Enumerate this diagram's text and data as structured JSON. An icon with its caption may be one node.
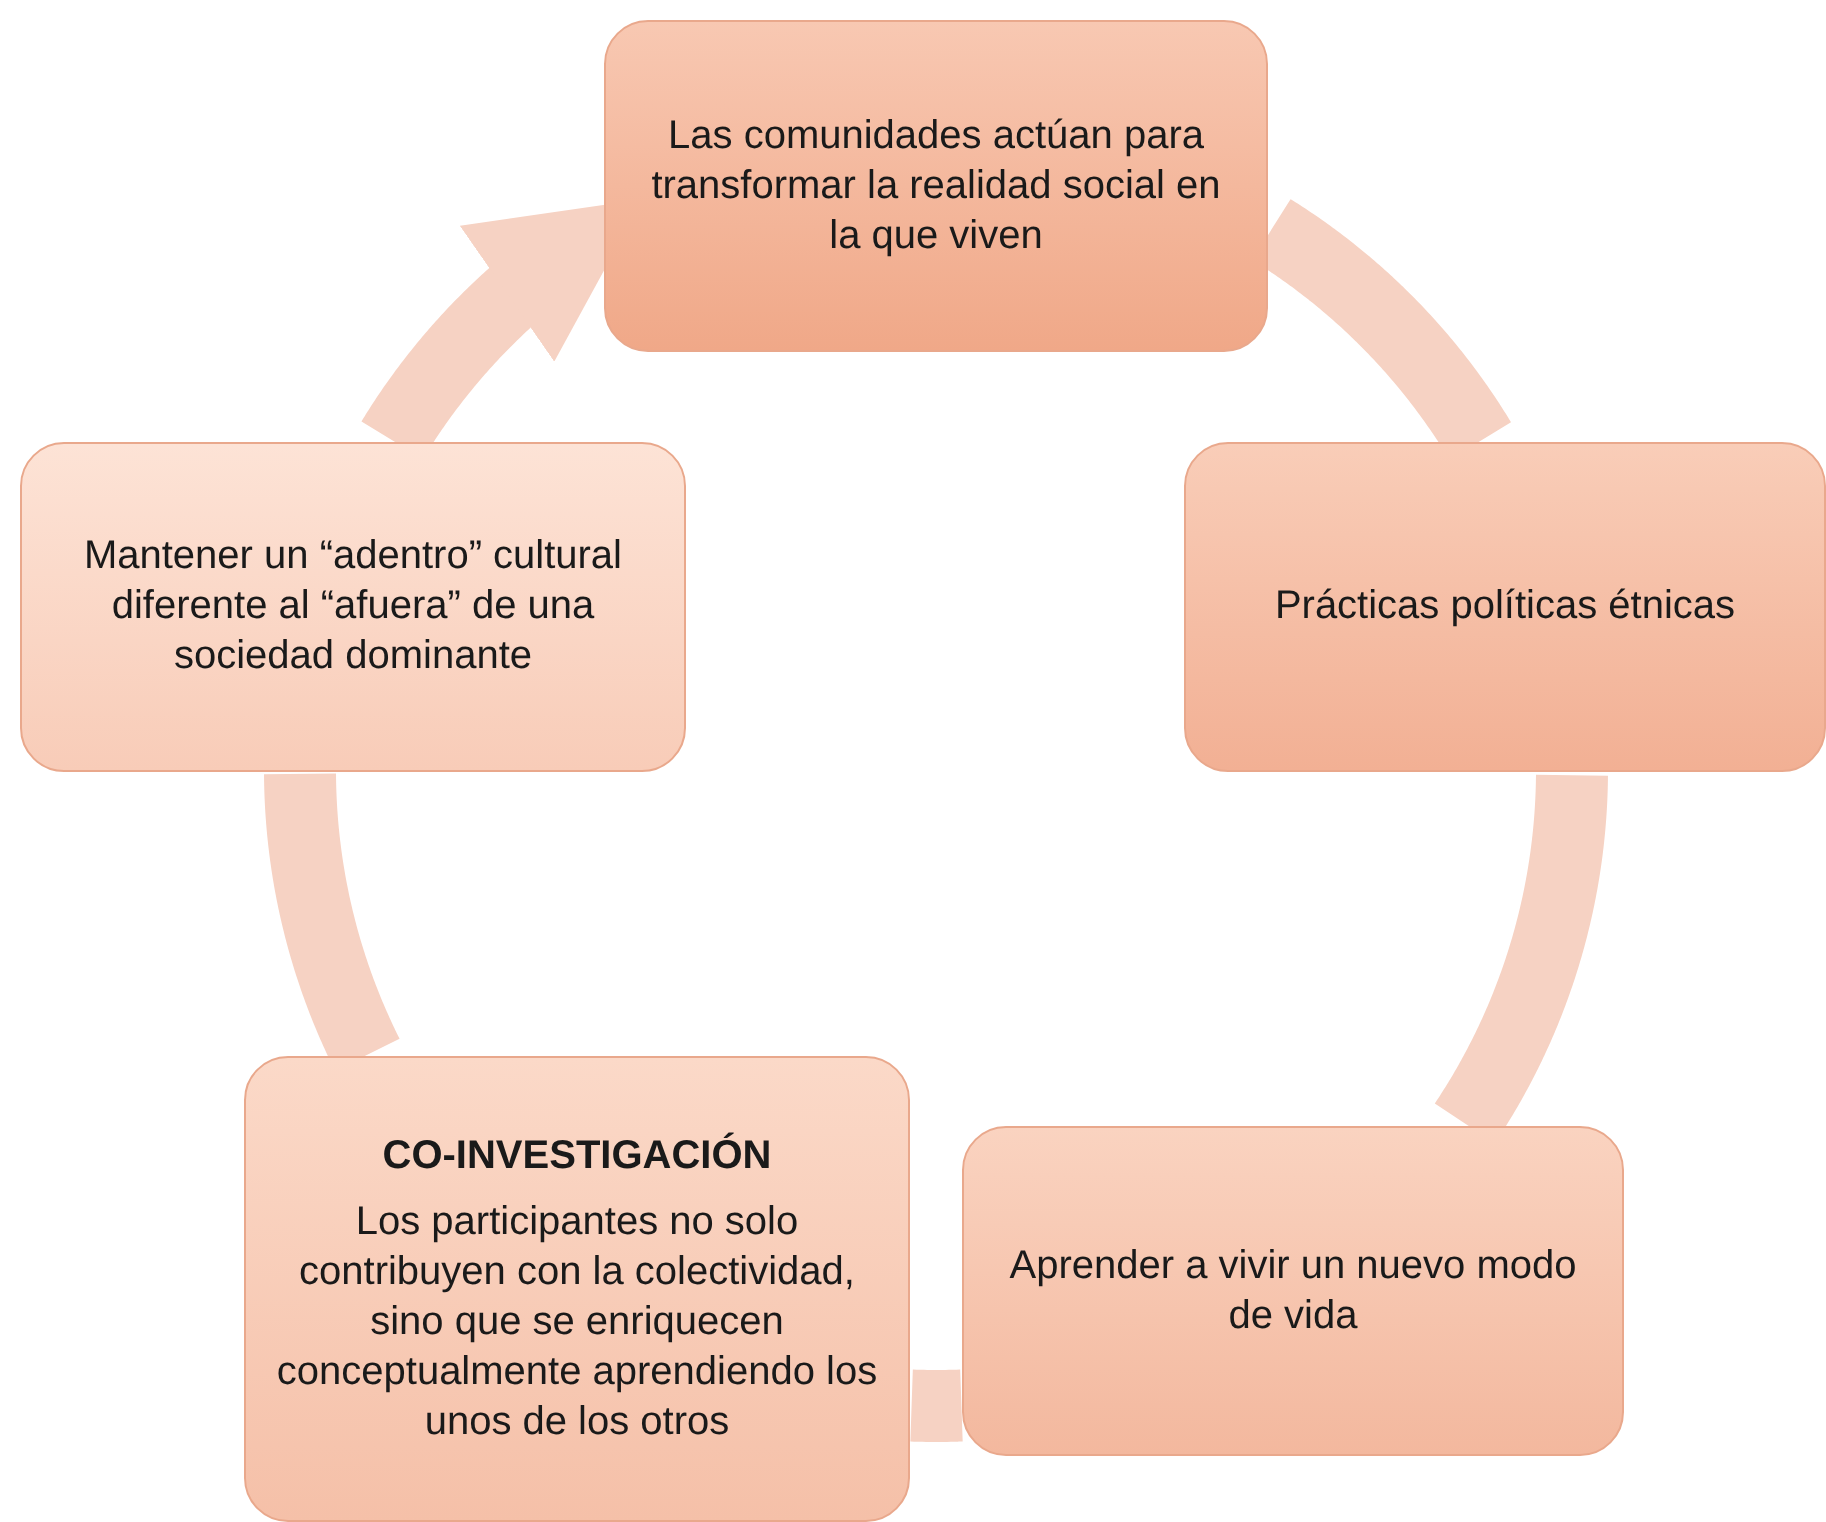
{
  "diagram": {
    "nodes": [
      {
        "text": [
          "Las comunidades actúan para transformar la realidad social en la que viven"
        ]
      },
      {
        "text": [
          "Prácticas políticas étnicas"
        ]
      },
      {
        "text": [
          "Aprender a vivir un nuevo modo de vida"
        ]
      },
      {
        "text": [
          "CO-INVESTIGACIÓN",
          "Los participantes no solo contribuyen con la colectividad, sino que se enriquecen conceptualmente aprendiendo los unos de los otros"
        ]
      },
      {
        "text": [
          "Mantener un “adentro” cultural diferente al “afuera” de una sociedad dominante"
        ]
      }
    ],
    "edges": [
      {
        "from": 0,
        "to": 1,
        "arrow": "none"
      },
      {
        "from": 1,
        "to": 2,
        "arrow": "none"
      },
      {
        "from": 2,
        "to": 3,
        "arrow": "none"
      },
      {
        "from": 3,
        "to": 4,
        "arrow": "none"
      },
      {
        "from": 4,
        "to": 0,
        "arrow": "to"
      }
    ]
  }
}
